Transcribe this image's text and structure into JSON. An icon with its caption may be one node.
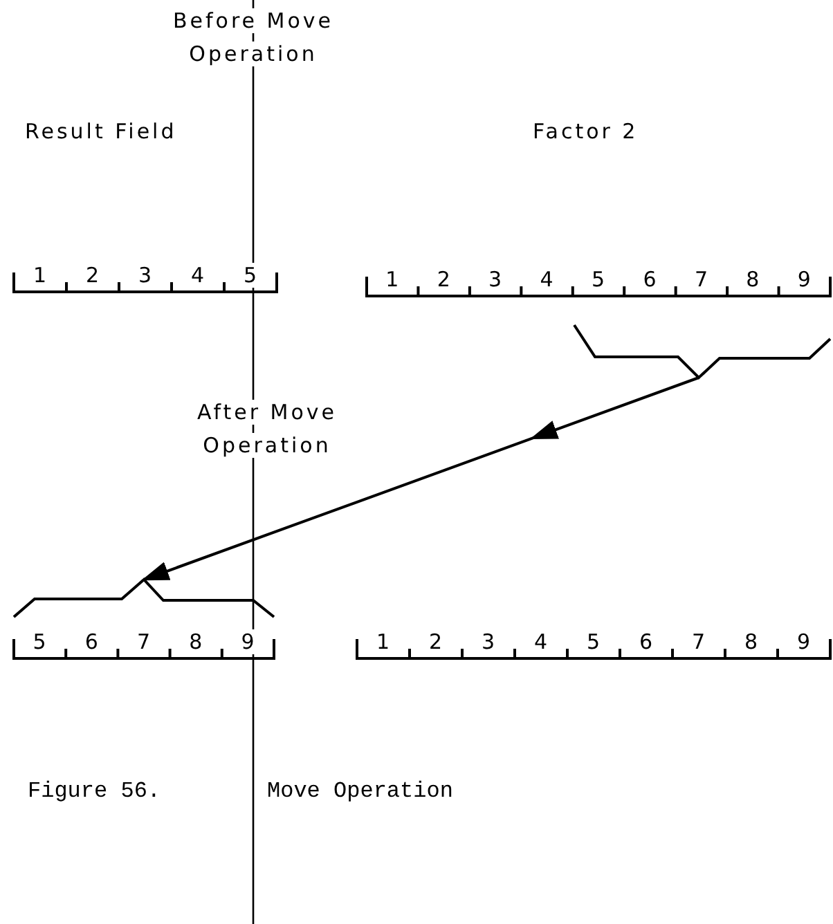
{
  "diagram": {
    "nodes": [
      {
        "text": [],
        "shape": "bracket"
      },
      {
        "text": [],
        "shape": "bracket"
      }
    ],
    "edges": [
      {
        "from": 0,
        "to": 1,
        "arrow": "to"
      }
    ],
    "labels": [
      "Before Move Operation",
      "Result Field",
      "Factor 2",
      "1",
      "2",
      "3",
      "4",
      "5",
      "1",
      "2",
      "3",
      "4",
      "5",
      "6",
      "7",
      "8",
      "9",
      "After Move Operation",
      "5",
      "6",
      "7",
      "8",
      "9",
      "1",
      "2",
      "3",
      "4",
      "5",
      "6",
      "7",
      "8",
      "9",
      "Figure 56.",
      "Move Operation"
    ]
  }
}
